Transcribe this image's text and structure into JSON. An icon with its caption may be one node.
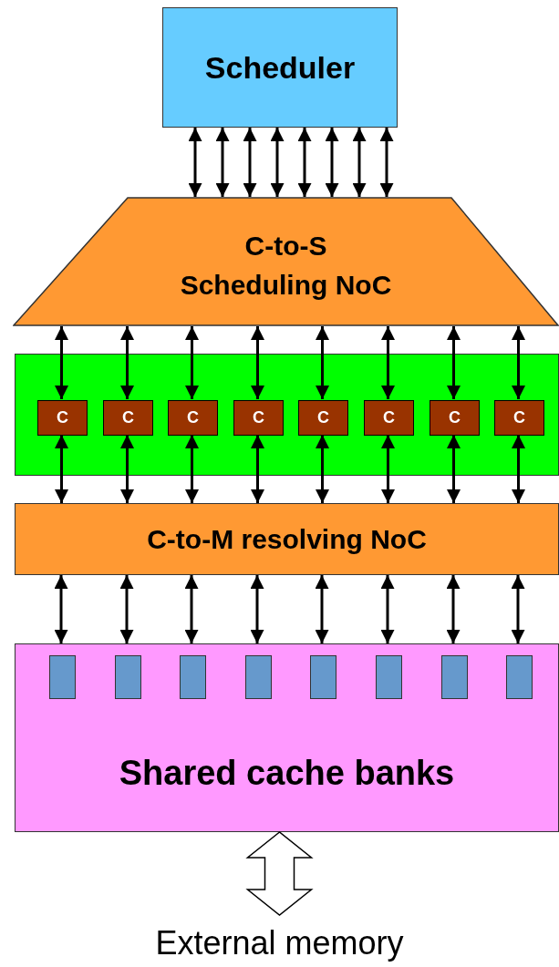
{
  "diagram": {
    "nodes": [
      {
        "text": [
          "Scheduler"
        ]
      },
      {
        "text": [
          "C-to-S Scheduling NoC"
        ]
      },
      {
        "text": [],
        "shape": "box"
      },
      {
        "text": [
          "C"
        ],
        "in": 2
      },
      {
        "text": [
          "C"
        ],
        "in": 2
      },
      {
        "text": [
          "C"
        ],
        "in": 2
      },
      {
        "text": [
          "C"
        ],
        "in": 2
      },
      {
        "text": [
          "C"
        ],
        "in": 2
      },
      {
        "text": [
          "C"
        ],
        "in": 2
      },
      {
        "text": [
          "C"
        ],
        "in": 2
      },
      {
        "text": [
          "C"
        ],
        "in": 2
      },
      {
        "text": [
          "C-to-M resolving NoC"
        ]
      },
      {
        "text": [
          "Shared cache banks"
        ]
      },
      {
        "text": [],
        "shape": "box",
        "in": 12
      },
      {
        "text": [],
        "shape": "box",
        "in": 12
      },
      {
        "text": [],
        "shape": "box",
        "in": 12
      },
      {
        "text": [],
        "shape": "box",
        "in": 12
      },
      {
        "text": [],
        "shape": "box",
        "in": 12
      },
      {
        "text": [],
        "shape": "box",
        "in": 12
      },
      {
        "text": [],
        "shape": "box",
        "in": 12
      },
      {
        "text": [],
        "shape": "box",
        "in": 12
      },
      {
        "text": [
          "External memory"
        ]
      }
    ],
    "edges": [
      {
        "from": 0,
        "to": 1,
        "arrow": "both"
      },
      {
        "from": 0,
        "to": 1,
        "arrow": "both"
      },
      {
        "from": 0,
        "to": 1,
        "arrow": "both"
      },
      {
        "from": 0,
        "to": 1,
        "arrow": "both"
      },
      {
        "from": 0,
        "to": 1,
        "arrow": "both"
      },
      {
        "from": 0,
        "to": 1,
        "arrow": "both"
      },
      {
        "from": 0,
        "to": 1,
        "arrow": "both"
      },
      {
        "from": 0,
        "to": 1,
        "arrow": "both"
      },
      {
        "from": 1,
        "to": 3,
        "arrow": "both"
      },
      {
        "from": 1,
        "to": 4,
        "arrow": "both"
      },
      {
        "from": 1,
        "to": 5,
        "arrow": "both"
      },
      {
        "from": 1,
        "to": 6,
        "arrow": "both"
      },
      {
        "from": 1,
        "to": 7,
        "arrow": "both"
      },
      {
        "from": 1,
        "to": 8,
        "arrow": "both"
      },
      {
        "from": 1,
        "to": 9,
        "arrow": "both"
      },
      {
        "from": 1,
        "to": 10,
        "arrow": "both"
      },
      {
        "from": 3,
        "to": 11,
        "arrow": "both"
      },
      {
        "from": 4,
        "to": 11,
        "arrow": "both"
      },
      {
        "from": 5,
        "to": 11,
        "arrow": "both"
      },
      {
        "from": 6,
        "to": 11,
        "arrow": "both"
      },
      {
        "from": 7,
        "to": 11,
        "arrow": "both"
      },
      {
        "from": 8,
        "to": 11,
        "arrow": "both"
      },
      {
        "from": 9,
        "to": 11,
        "arrow": "both"
      },
      {
        "from": 10,
        "to": 11,
        "arrow": "both"
      },
      {
        "from": 11,
        "to": 12,
        "arrow": "both"
      },
      {
        "from": 11,
        "to": 12,
        "arrow": "both"
      },
      {
        "from": 11,
        "to": 12,
        "arrow": "both"
      },
      {
        "from": 11,
        "to": 12,
        "arrow": "both"
      },
      {
        "from": 11,
        "to": 12,
        "arrow": "both"
      },
      {
        "from": 11,
        "to": 12,
        "arrow": "both"
      },
      {
        "from": 11,
        "to": 12,
        "arrow": "both"
      },
      {
        "from": 11,
        "to": 12,
        "arrow": "both"
      },
      {
        "from": 12,
        "to": 21,
        "arrow": "both",
        "style": "thick"
      }
    ]
  }
}
